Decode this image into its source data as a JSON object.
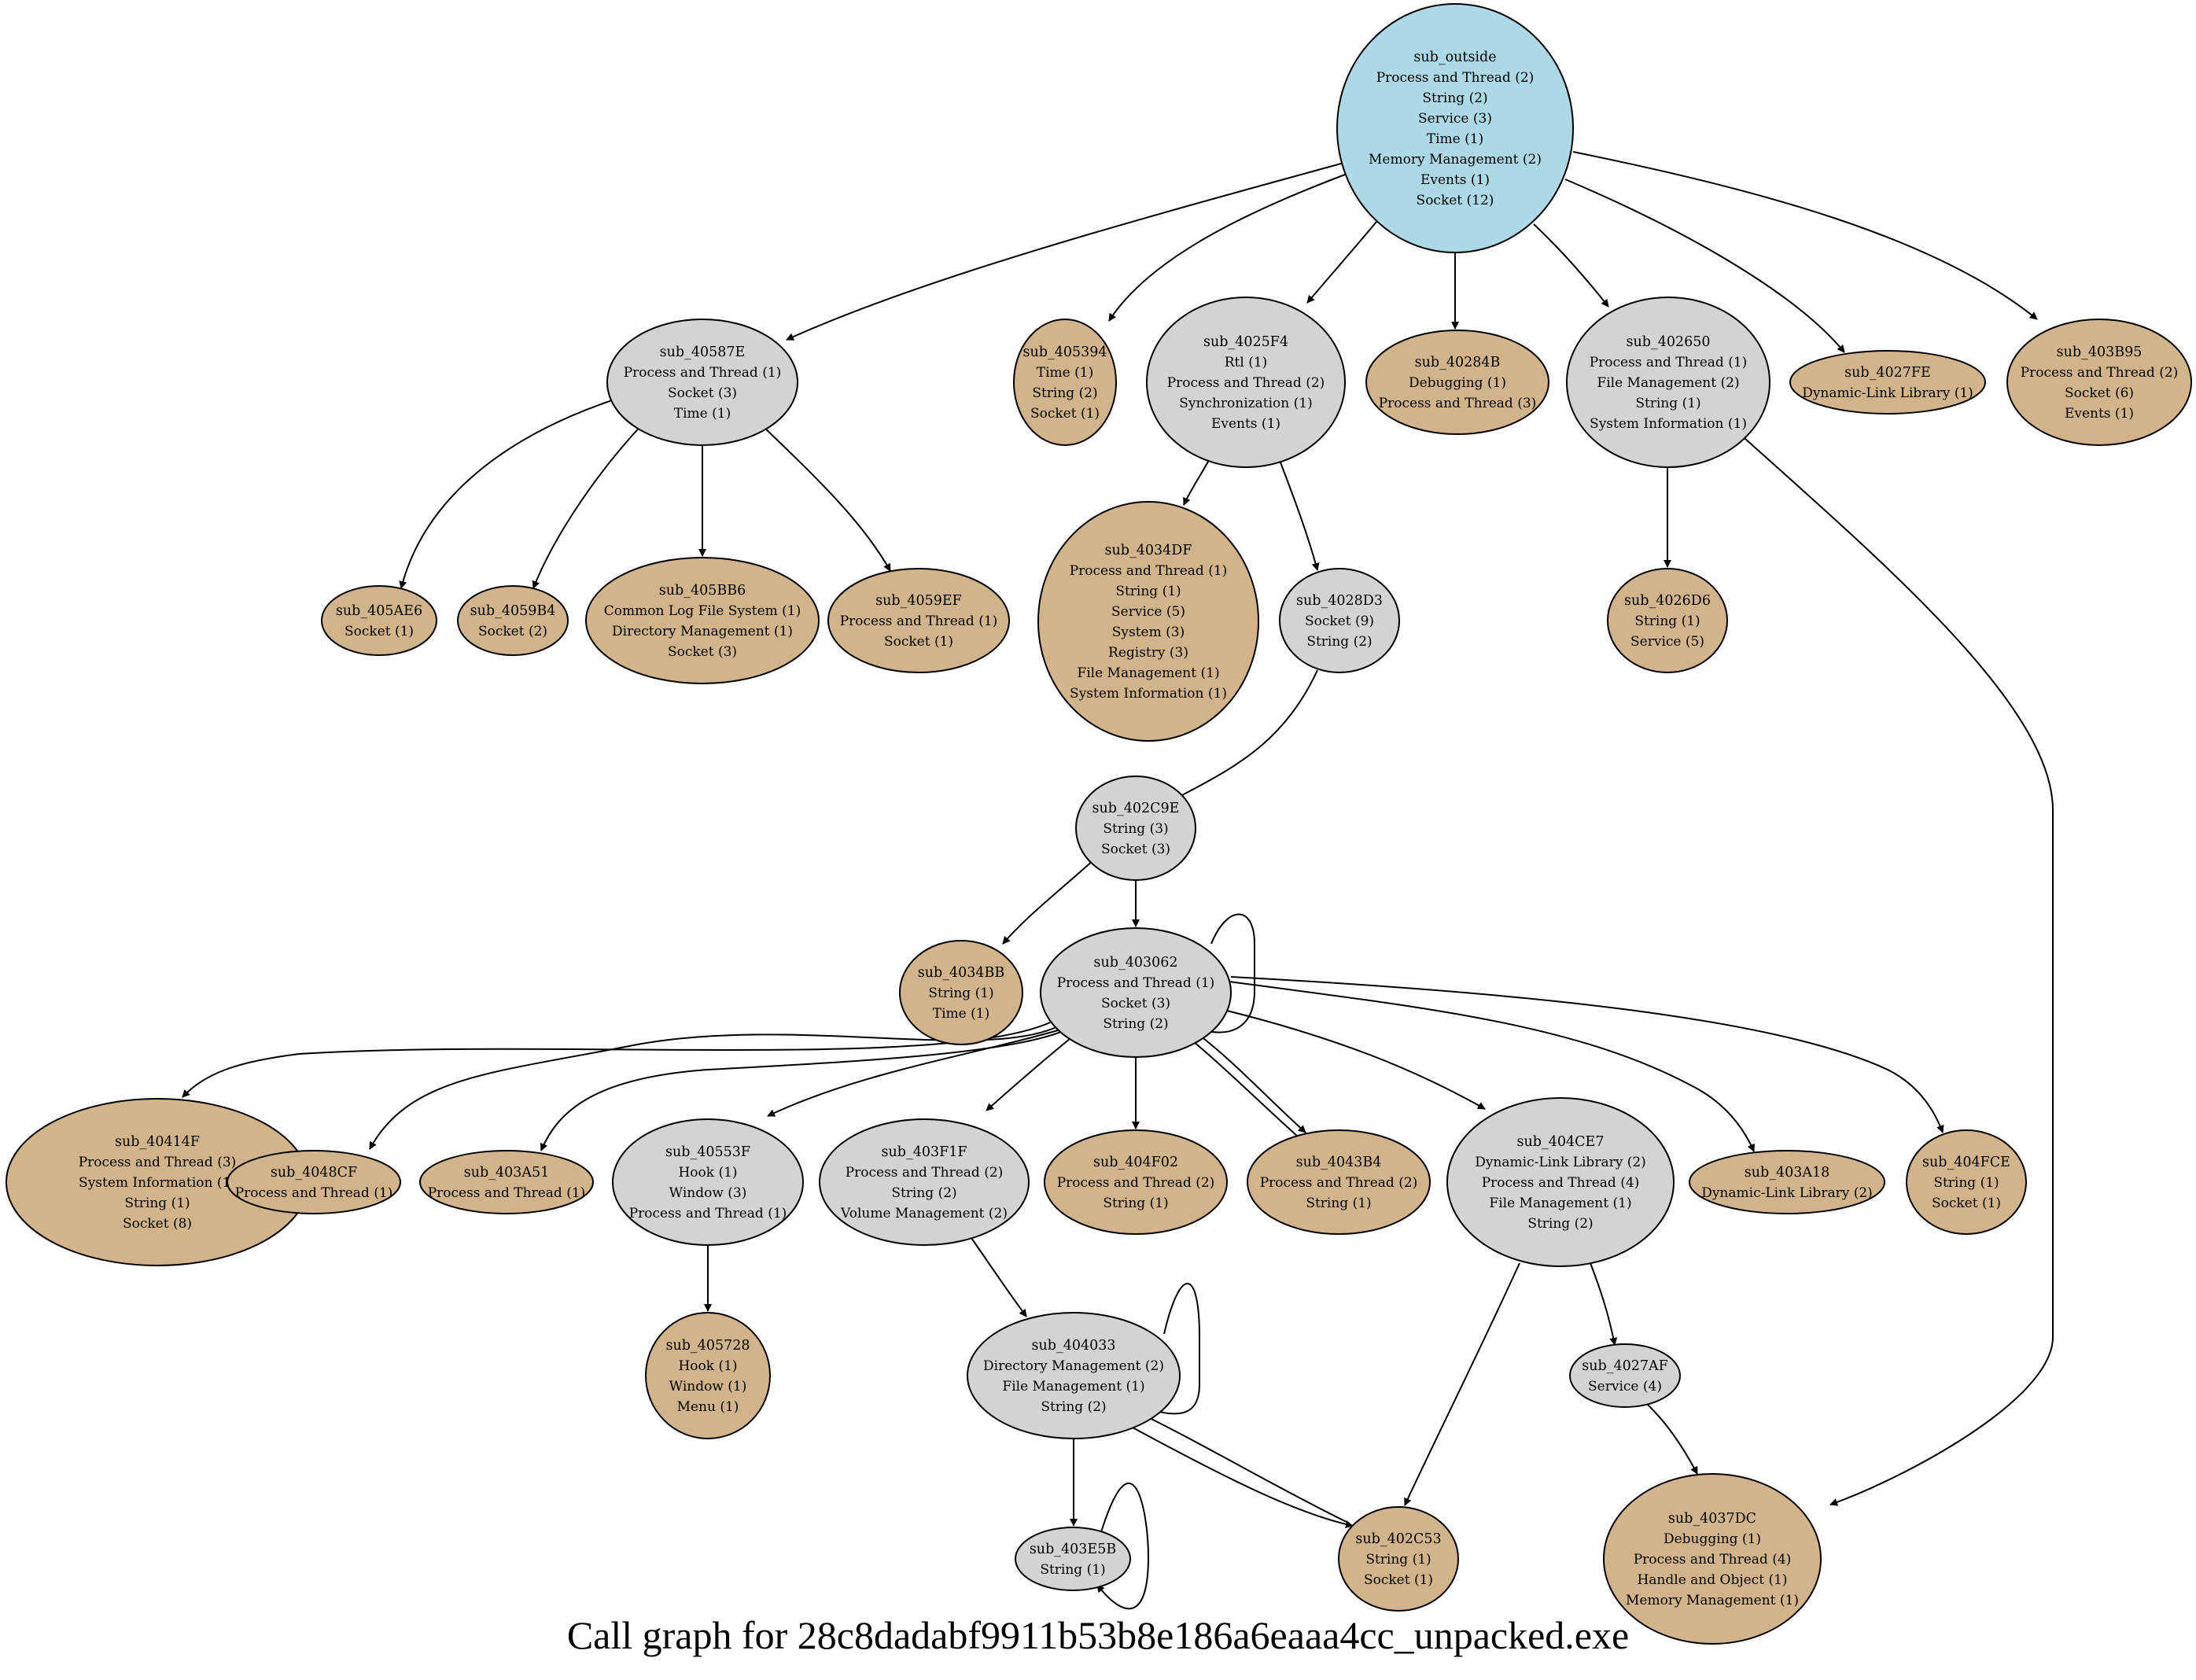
{
  "caption": "Call graph for 28c8dadabf9911b53b8e186a6eaaa4cc_unpacked.exe",
  "colors": {
    "root_fill": "#add8e6",
    "internal_fill": "#d3d3d3",
    "leaf_fill": "#d2b48c",
    "stroke": "#000000"
  },
  "nodes": [
    {
      "id": "sub_outside",
      "kind": "root",
      "lines": [
        "Process and Thread (2)",
        "String (2)",
        "Service (3)",
        "Time (1)",
        "Memory Management (2)",
        "Events (1)",
        "Socket (12)"
      ]
    },
    {
      "id": "sub_40587E",
      "kind": "internal",
      "lines": [
        "Process and Thread (1)",
        "Socket (3)",
        "Time (1)"
      ]
    },
    {
      "id": "sub_405394",
      "kind": "leaf",
      "lines": [
        "Time (1)",
        "String (2)",
        "Socket (1)"
      ]
    },
    {
      "id": "sub_4025F4",
      "kind": "internal",
      "lines": [
        "Rtl (1)",
        "Process and Thread (2)",
        "Synchronization (1)",
        "Events (1)"
      ]
    },
    {
      "id": "sub_40284B",
      "kind": "leaf",
      "lines": [
        "Debugging (1)",
        "Process and Thread (3)"
      ]
    },
    {
      "id": "sub_402650",
      "kind": "internal",
      "lines": [
        "Process and Thread (1)",
        "File Management (2)",
        "String (1)",
        "System Information (1)"
      ]
    },
    {
      "id": "sub_4027FE",
      "kind": "leaf",
      "lines": [
        "Dynamic-Link Library (1)"
      ]
    },
    {
      "id": "sub_403B95",
      "kind": "leaf",
      "lines": [
        "Process and Thread (2)",
        "Socket (6)",
        "Events (1)"
      ]
    },
    {
      "id": "sub_405AE6",
      "kind": "leaf",
      "lines": [
        "Socket (1)"
      ]
    },
    {
      "id": "sub_4059B4",
      "kind": "leaf",
      "lines": [
        "Socket (2)"
      ]
    },
    {
      "id": "sub_405BB6",
      "kind": "leaf",
      "lines": [
        "Common Log File System (1)",
        "Directory Management (1)",
        "Socket (3)"
      ]
    },
    {
      "id": "sub_4059EF",
      "kind": "leaf",
      "lines": [
        "Process and Thread (1)",
        "Socket (1)"
      ]
    },
    {
      "id": "sub_4034DF",
      "kind": "leaf",
      "lines": [
        "Process and Thread (1)",
        "String (1)",
        "Service (5)",
        "System (3)",
        "Registry (3)",
        "File Management (1)",
        "System Information (1)"
      ]
    },
    {
      "id": "sub_4028D3",
      "kind": "internal",
      "lines": [
        "Socket (9)",
        "String (2)"
      ]
    },
    {
      "id": "sub_4026D6",
      "kind": "leaf",
      "lines": [
        "String (1)",
        "Service (5)"
      ]
    },
    {
      "id": "sub_402C9E",
      "kind": "internal",
      "lines": [
        "String (3)",
        "Socket (3)"
      ]
    },
    {
      "id": "sub_4034BB",
      "kind": "leaf",
      "lines": [
        "String (1)",
        "Time (1)"
      ]
    },
    {
      "id": "sub_403062",
      "kind": "internal",
      "lines": [
        "Process and Thread (1)",
        "Socket (3)",
        "String (2)"
      ]
    },
    {
      "id": "sub_40414F",
      "kind": "leaf",
      "lines": [
        "Process and Thread (3)",
        "System Information (1)",
        "String (1)",
        "Socket (8)"
      ]
    },
    {
      "id": "sub_4048CF",
      "kind": "leaf",
      "lines": [
        "Process and Thread (1)"
      ]
    },
    {
      "id": "sub_403A51",
      "kind": "leaf",
      "lines": [
        "Process and Thread (1)"
      ]
    },
    {
      "id": "sub_40553F",
      "kind": "internal",
      "lines": [
        "Hook (1)",
        "Window (3)",
        "Process and Thread (1)"
      ]
    },
    {
      "id": "sub_403F1F",
      "kind": "internal",
      "lines": [
        "Process and Thread (2)",
        "String (2)",
        "Volume Management (2)"
      ]
    },
    {
      "id": "sub_404F02",
      "kind": "leaf",
      "lines": [
        "Process and Thread (2)",
        "String (1)"
      ]
    },
    {
      "id": "sub_4043B4",
      "kind": "leaf",
      "lines": [
        "Process and Thread (2)",
        "String (1)"
      ]
    },
    {
      "id": "sub_404CE7",
      "kind": "internal",
      "lines": [
        "Dynamic-Link Library (2)",
        "Process and Thread (4)",
        "File Management (1)",
        "String (2)"
      ]
    },
    {
      "id": "sub_403A18",
      "kind": "leaf",
      "lines": [
        "Dynamic-Link Library (2)"
      ]
    },
    {
      "id": "sub_404FCE",
      "kind": "leaf",
      "lines": [
        "String (1)",
        "Socket (1)"
      ]
    },
    {
      "id": "sub_405728",
      "kind": "leaf",
      "lines": [
        "Hook (1)",
        "Window (1)",
        "Menu (1)"
      ]
    },
    {
      "id": "sub_404033",
      "kind": "internal",
      "lines": [
        "Directory Management (2)",
        "File Management (1)",
        "String (2)"
      ]
    },
    {
      "id": "sub_4027AF",
      "kind": "internal",
      "lines": [
        "Service (4)"
      ]
    },
    {
      "id": "sub_403E5B",
      "kind": "internal",
      "lines": [
        "String (1)"
      ]
    },
    {
      "id": "sub_402C53",
      "kind": "leaf",
      "lines": [
        "String (1)",
        "Socket (1)"
      ]
    },
    {
      "id": "sub_4037DC",
      "kind": "leaf",
      "lines": [
        "Debugging (1)",
        "Process and Thread (4)",
        "Handle and Object (1)",
        "Memory Management (1)"
      ]
    }
  ],
  "edges": [
    {
      "from": "sub_outside",
      "to": "sub_40587E"
    },
    {
      "from": "sub_outside",
      "to": "sub_405394"
    },
    {
      "from": "sub_outside",
      "to": "sub_4025F4"
    },
    {
      "from": "sub_outside",
      "to": "sub_40284B"
    },
    {
      "from": "sub_outside",
      "to": "sub_402650"
    },
    {
      "from": "sub_outside",
      "to": "sub_4027FE"
    },
    {
      "from": "sub_outside",
      "to": "sub_403B95"
    },
    {
      "from": "sub_40587E",
      "to": "sub_405AE6"
    },
    {
      "from": "sub_40587E",
      "to": "sub_4059B4"
    },
    {
      "from": "sub_40587E",
      "to": "sub_405BB6"
    },
    {
      "from": "sub_40587E",
      "to": "sub_4059EF"
    },
    {
      "from": "sub_4025F4",
      "to": "sub_4034DF"
    },
    {
      "from": "sub_4025F4",
      "to": "sub_4028D3"
    },
    {
      "from": "sub_402650",
      "to": "sub_4026D6"
    },
    {
      "from": "sub_402650",
      "to": "sub_4037DC"
    },
    {
      "from": "sub_4028D3",
      "to": "sub_402C9E"
    },
    {
      "from": "sub_402C9E",
      "to": "sub_4034BB"
    },
    {
      "from": "sub_402C9E",
      "to": "sub_403062"
    },
    {
      "from": "sub_403062",
      "to": "sub_403062"
    },
    {
      "from": "sub_403062",
      "to": "sub_40414F"
    },
    {
      "from": "sub_403062",
      "to": "sub_4048CF"
    },
    {
      "from": "sub_403062",
      "to": "sub_403A51"
    },
    {
      "from": "sub_403062",
      "to": "sub_40553F"
    },
    {
      "from": "sub_403062",
      "to": "sub_403F1F"
    },
    {
      "from": "sub_403062",
      "to": "sub_404F02"
    },
    {
      "from": "sub_403062",
      "to": "sub_4043B4"
    },
    {
      "from": "sub_4043B4",
      "to": "sub_403062"
    },
    {
      "from": "sub_403062",
      "to": "sub_404CE7"
    },
    {
      "from": "sub_403062",
      "to": "sub_403A18"
    },
    {
      "from": "sub_403062",
      "to": "sub_404FCE"
    },
    {
      "from": "sub_40553F",
      "to": "sub_405728"
    },
    {
      "from": "sub_403F1F",
      "to": "sub_404033"
    },
    {
      "from": "sub_404033",
      "to": "sub_404033"
    },
    {
      "from": "sub_404033",
      "to": "sub_403E5B"
    },
    {
      "from": "sub_404033",
      "to": "sub_402C53"
    },
    {
      "from": "sub_402C53",
      "to": "sub_404033"
    },
    {
      "from": "sub_403E5B",
      "to": "sub_403E5B"
    },
    {
      "from": "sub_404CE7",
      "to": "sub_402C53"
    },
    {
      "from": "sub_404CE7",
      "to": "sub_4027AF"
    },
    {
      "from": "sub_4027AF",
      "to": "sub_4037DC"
    }
  ]
}
